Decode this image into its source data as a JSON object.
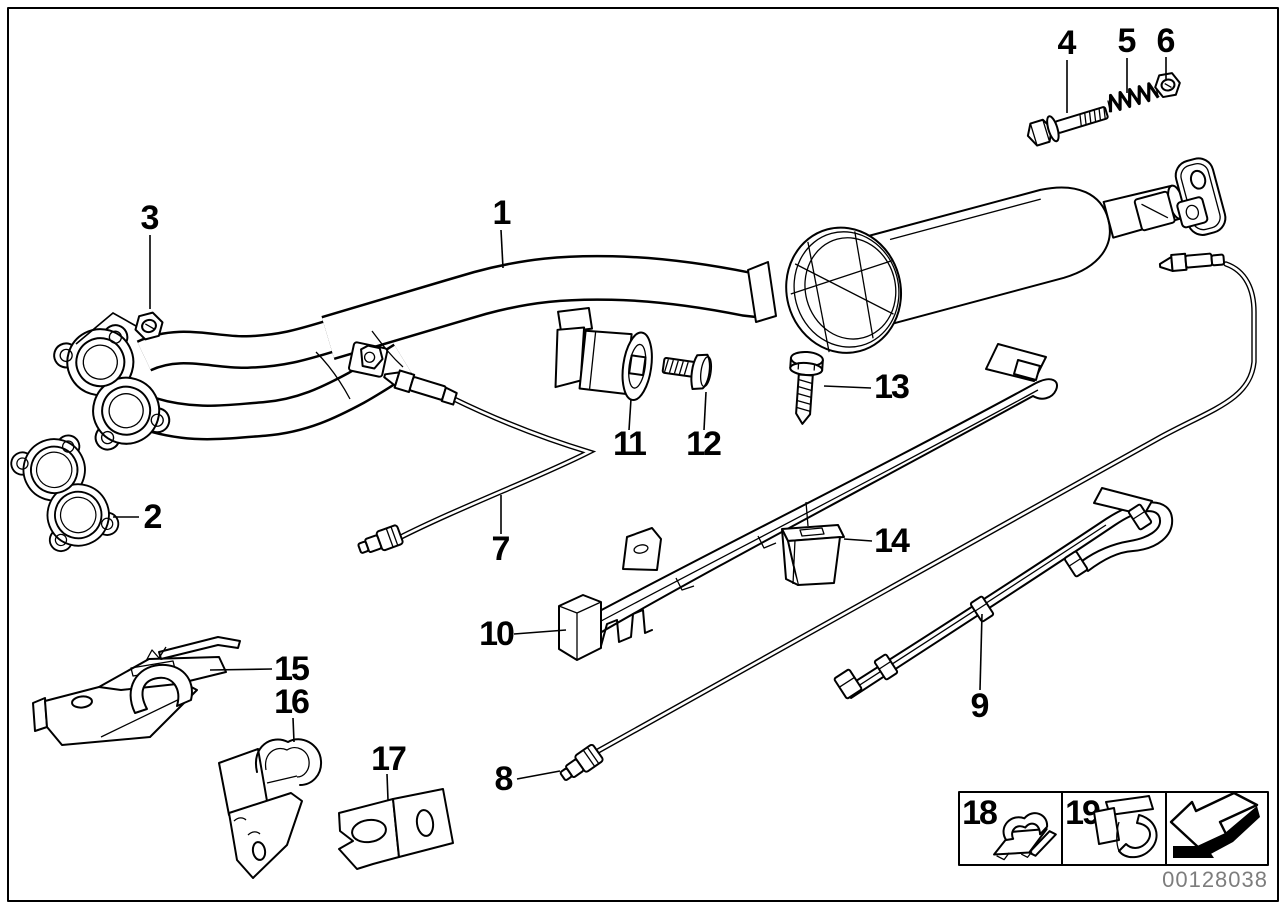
{
  "page": {
    "background_color": "#ffffff",
    "line_color": "#000000",
    "image_id": "00128038",
    "image_id_color": "#7d7d7d",
    "callouts": [
      "1",
      "2",
      "3",
      "4",
      "5",
      "6",
      "7",
      "8",
      "9",
      "10",
      "11",
      "12",
      "13",
      "14",
      "15",
      "16",
      "17",
      "18",
      "19"
    ],
    "legend": {
      "icons": [
        "cable-clip-icon",
        "hose-clip-icon",
        "back-arrow-icon"
      ]
    }
  }
}
